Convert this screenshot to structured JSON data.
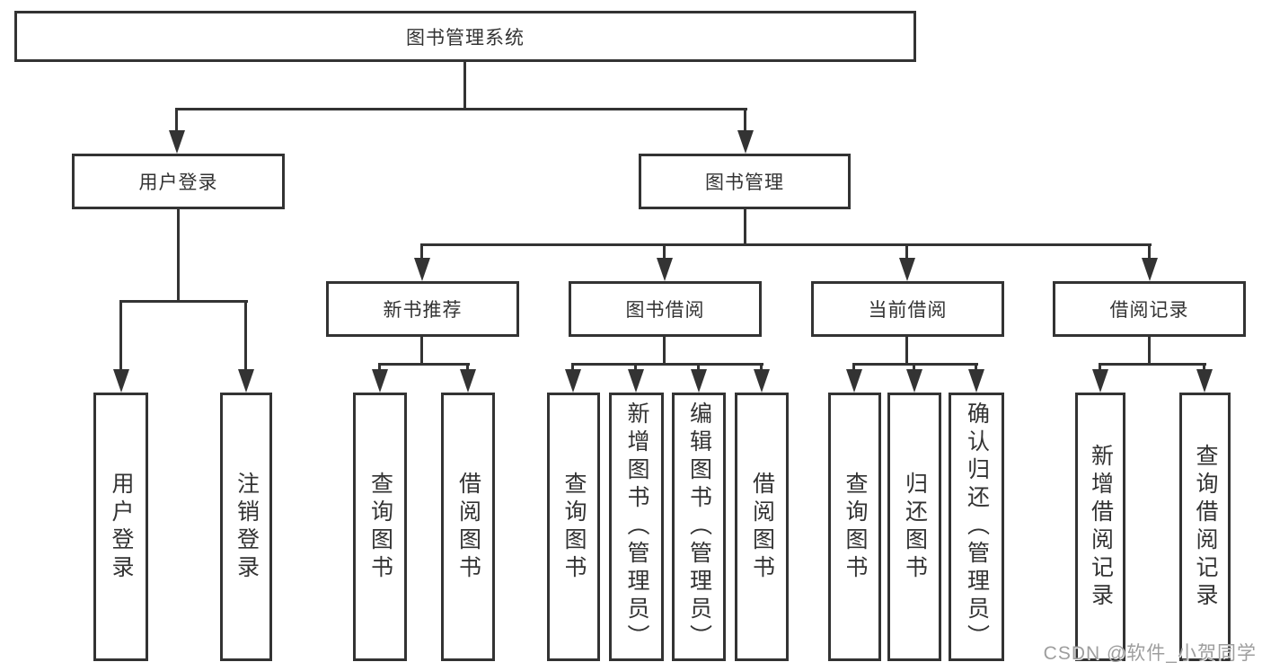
{
  "diagram": {
    "title": "图书管理系统",
    "level2": [
      "用户登录",
      "图书管理"
    ],
    "level3": [
      "新书推荐",
      "图书借阅",
      "当前借阅",
      "借阅记录"
    ],
    "leaves_user": [
      "用户登录",
      "注销登录"
    ],
    "leaves_recommend": [
      "查询图书",
      "借阅图书"
    ],
    "leaves_borrow": [
      "查询图书",
      "新增图书（管理员）",
      "编辑图书（管理员）",
      "借阅图书"
    ],
    "leaves_current": [
      "查询图书",
      "归还图书",
      "确认归还（管理员）"
    ],
    "leaves_records": [
      "新增借阅记录",
      "查询借阅记录"
    ],
    "watermark": "CSDN @软件_小贺同学",
    "colors": {
      "line": "#333333",
      "text": "#333333",
      "box_background": "#ffffff",
      "watermark": "#9e9e9e",
      "background": "#ffffff"
    }
  }
}
